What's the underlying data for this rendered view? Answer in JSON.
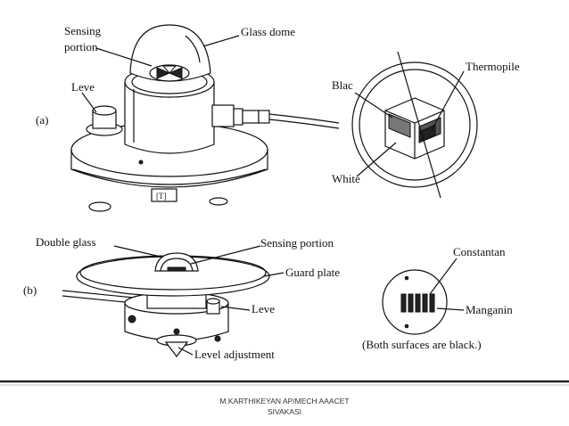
{
  "labels": {
    "sensing_portion_line1": "Sensing",
    "sensing_portion_line2": "portion",
    "glass_dome": "Glass dome",
    "leve_a": "Leve",
    "part_a": "(a)",
    "blac": "Blac",
    "thermopile": "Thermopile",
    "white": "White",
    "double_glass": "Double glass",
    "sensing_portion_b": "Sensing portion",
    "guard_plate": "Guard plate",
    "part_b": "(b)",
    "leve_b": "Leve",
    "level_adjustment": "Level adjustment",
    "constantan": "Constantan",
    "manganin": "Manganin",
    "both_surfaces": "(Both surfaces are black.)"
  },
  "footer": {
    "line1": "M.KARTHIKEYAN AP/MECH AAACET",
    "line2": "SIVAKASI"
  },
  "colors": {
    "ink": "#111111",
    "footer_rule": "#222222",
    "background": "#ffffff"
  }
}
